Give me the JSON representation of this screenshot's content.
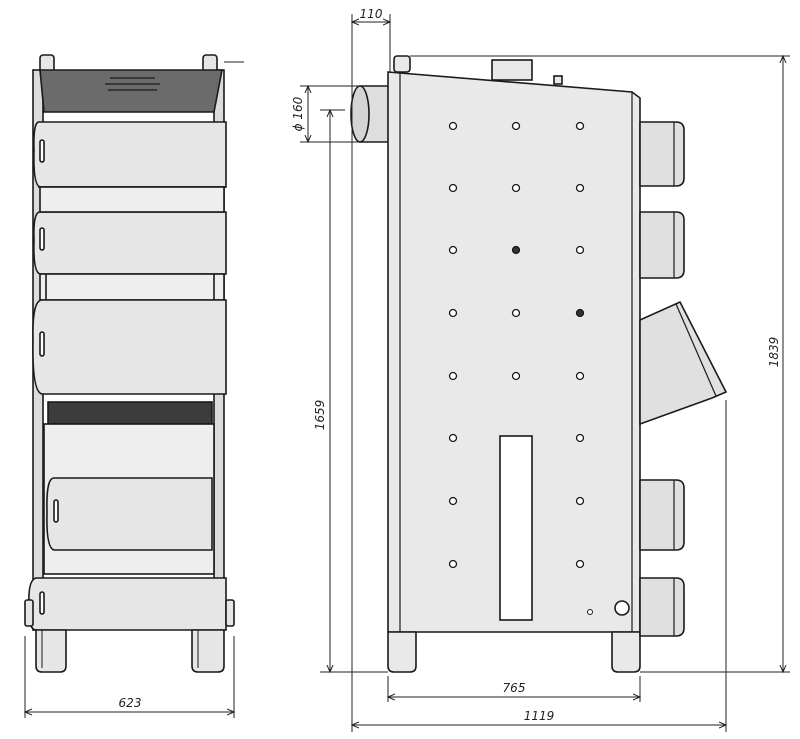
{
  "dimensions": {
    "flue_offset": "110",
    "flue_diameter": "ϕ 160",
    "height_body": "1659",
    "height_total": "1839",
    "width_front": "623",
    "depth_body": "765",
    "depth_total": "1119"
  },
  "colors": {
    "line": "#1a1a1a",
    "panel_fill": "#e6e6e6",
    "body_fill": "#e9e9e9",
    "dark_fill": "#3c3c3c",
    "top_fill": "#6b6b6b"
  }
}
